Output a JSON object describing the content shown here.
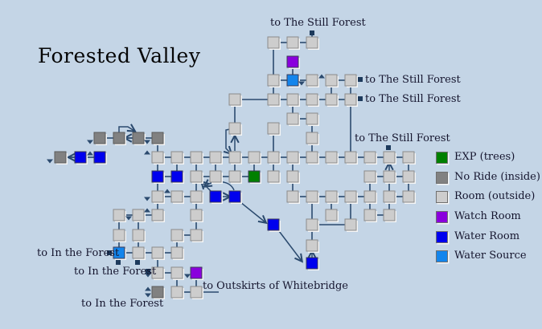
{
  "title": "Forested Valley",
  "exits": {
    "still_top": "to The Still Forest",
    "still_right1": "to The Still Forest",
    "still_right2": "to The Still Forest",
    "still_right3": "to The Still Forest",
    "in_forest1": "to In the Forest",
    "in_forest2": "to In the Forest",
    "in_forest3": "to In the Forest",
    "whitebridge": "to Outskirts of Whitebridge"
  },
  "legend": {
    "items": [
      {
        "key": "e",
        "label": "EXP (trees)",
        "color": "#008000"
      },
      {
        "key": "n",
        "label": "No Ride (inside)",
        "color": "#818181"
      },
      {
        "key": "o",
        "label": "Room (outside)",
        "color": "#cdcdcd"
      },
      {
        "key": "p",
        "label": "Watch Room",
        "color": "#8a00dd"
      },
      {
        "key": "w",
        "label": "Water Room",
        "color": "#0000ee"
      },
      {
        "key": "s",
        "label": "Water Source",
        "color": "#1385ec"
      }
    ]
  },
  "map": {
    "background": "#c4d5e6",
    "line_color": "#2b4a6e",
    "marker_color": "#1d3a5c",
    "room_size": 14,
    "room_colors": {
      "o": "#cdcdcd",
      "n": "#818181",
      "w": "#0000ee",
      "s": "#1385ec",
      "p": "#8a00dd",
      "e": "#008000"
    },
    "room_strokes": {
      "o": "#8b8b8b",
      "n": "#5a5a5a",
      "w": "#3c3c55",
      "s": "#3c3c55",
      "p": "#3c3c55",
      "e": "#3c3c55"
    },
    "rooms": [
      [
        340,
        53,
        "o"
      ],
      [
        364,
        53,
        "o"
      ],
      [
        388,
        53,
        "o"
      ],
      [
        364,
        77,
        "p"
      ],
      [
        340,
        100,
        "o"
      ],
      [
        364,
        100,
        "s"
      ],
      [
        388,
        100,
        "o"
      ],
      [
        412,
        100,
        "o"
      ],
      [
        436,
        100,
        "o"
      ],
      [
        292,
        124,
        "o"
      ],
      [
        340,
        124,
        "o"
      ],
      [
        364,
        124,
        "o"
      ],
      [
        388,
        124,
        "o"
      ],
      [
        412,
        124,
        "o"
      ],
      [
        436,
        124,
        "o"
      ],
      [
        364,
        148,
        "o"
      ],
      [
        388,
        148,
        "o"
      ],
      [
        292,
        160,
        "o"
      ],
      [
        340,
        160,
        "o"
      ],
      [
        388,
        172,
        "o"
      ],
      [
        124,
        172,
        "n"
      ],
      [
        148,
        172,
        "n"
      ],
      [
        172,
        172,
        "n"
      ],
      [
        196,
        172,
        "n"
      ],
      [
        75,
        196,
        "n"
      ],
      [
        100,
        196,
        "w"
      ],
      [
        124,
        196,
        "w"
      ],
      [
        196,
        196,
        "o"
      ],
      [
        220,
        196,
        "o"
      ],
      [
        244,
        196,
        "o"
      ],
      [
        268,
        196,
        "o"
      ],
      [
        292,
        196,
        "o"
      ],
      [
        316,
        196,
        "o"
      ],
      [
        340,
        196,
        "o"
      ],
      [
        364,
        196,
        "o"
      ],
      [
        388,
        196,
        "o"
      ],
      [
        412,
        196,
        "o"
      ],
      [
        436,
        196,
        "o"
      ],
      [
        460,
        196,
        "o"
      ],
      [
        484,
        196,
        "o"
      ],
      [
        508,
        196,
        "o"
      ],
      [
        196,
        220,
        "w"
      ],
      [
        220,
        220,
        "w"
      ],
      [
        244,
        220,
        "o"
      ],
      [
        268,
        220,
        "o"
      ],
      [
        292,
        220,
        "o"
      ],
      [
        316,
        220,
        "e"
      ],
      [
        340,
        220,
        "o"
      ],
      [
        364,
        220,
        "o"
      ],
      [
        460,
        220,
        "o"
      ],
      [
        484,
        220,
        "o"
      ],
      [
        508,
        220,
        "o"
      ],
      [
        196,
        245,
        "o"
      ],
      [
        220,
        245,
        "o"
      ],
      [
        244,
        245,
        "o"
      ],
      [
        268,
        245,
        "w"
      ],
      [
        292,
        245,
        "w"
      ],
      [
        364,
        245,
        "o"
      ],
      [
        388,
        245,
        "o"
      ],
      [
        412,
        245,
        "o"
      ],
      [
        436,
        245,
        "o"
      ],
      [
        460,
        245,
        "o"
      ],
      [
        484,
        245,
        "o"
      ],
      [
        508,
        245,
        "o"
      ],
      [
        148,
        268,
        "o"
      ],
      [
        172,
        268,
        "o"
      ],
      [
        196,
        268,
        "o"
      ],
      [
        244,
        268,
        "o"
      ],
      [
        412,
        268,
        "o"
      ],
      [
        460,
        268,
        "o"
      ],
      [
        484,
        268,
        "o"
      ],
      [
        340,
        280,
        "w"
      ],
      [
        388,
        280,
        "o"
      ],
      [
        436,
        280,
        "o"
      ],
      [
        148,
        293,
        "o"
      ],
      [
        172,
        293,
        "o"
      ],
      [
        220,
        293,
        "o"
      ],
      [
        244,
        293,
        "o"
      ],
      [
        388,
        306,
        "o"
      ],
      [
        148,
        315,
        "s"
      ],
      [
        172,
        315,
        "o"
      ],
      [
        196,
        315,
        "o"
      ],
      [
        220,
        315,
        "o"
      ],
      [
        388,
        328,
        "w"
      ],
      [
        196,
        340,
        "o"
      ],
      [
        220,
        340,
        "o"
      ],
      [
        244,
        340,
        "p"
      ],
      [
        196,
        364,
        "n"
      ],
      [
        220,
        364,
        "o"
      ],
      [
        244,
        364,
        "o"
      ]
    ],
    "lines": [
      [
        347,
        53,
        357,
        53
      ],
      [
        371,
        53,
        381,
        53
      ],
      [
        347,
        100,
        357,
        100
      ],
      [
        371,
        100,
        381,
        100
      ],
      [
        419,
        100,
        429,
        100
      ],
      [
        299,
        124,
        333,
        124
      ],
      [
        347,
        124,
        357,
        124
      ],
      [
        371,
        124,
        381,
        124
      ],
      [
        395,
        124,
        405,
        124
      ],
      [
        419,
        124,
        429,
        124
      ],
      [
        371,
        148,
        381,
        148
      ],
      [
        131,
        172,
        141,
        172
      ],
      [
        155,
        172,
        165,
        172
      ],
      [
        179,
        172,
        189,
        172
      ],
      [
        82,
        196,
        93,
        196
      ],
      [
        107,
        196,
        117,
        196
      ],
      [
        203,
        196,
        213,
        196
      ],
      [
        227,
        196,
        237,
        196
      ],
      [
        251,
        196,
        261,
        196
      ],
      [
        275,
        196,
        285,
        196
      ],
      [
        299,
        196,
        309,
        196
      ],
      [
        323,
        196,
        333,
        196
      ],
      [
        347,
        196,
        357,
        196
      ],
      [
        371,
        196,
        381,
        196
      ],
      [
        395,
        196,
        405,
        196
      ],
      [
        419,
        196,
        429,
        196
      ],
      [
        443,
        196,
        453,
        196
      ],
      [
        467,
        196,
        477,
        196
      ],
      [
        491,
        196,
        501,
        196
      ],
      [
        203,
        220,
        213,
        220
      ],
      [
        251,
        220,
        261,
        220
      ],
      [
        275,
        220,
        285,
        220
      ],
      [
        299,
        220,
        309,
        220
      ],
      [
        467,
        220,
        477,
        220
      ],
      [
        491,
        220,
        501,
        220
      ],
      [
        203,
        245,
        213,
        245
      ],
      [
        227,
        245,
        237,
        245
      ],
      [
        371,
        245,
        381,
        245
      ],
      [
        395,
        245,
        405,
        245
      ],
      [
        419,
        245,
        429,
        245
      ],
      [
        443,
        245,
        453,
        245
      ],
      [
        491,
        245,
        501,
        245
      ],
      [
        155,
        268,
        165,
        268
      ],
      [
        179,
        268,
        189,
        268
      ],
      [
        467,
        268,
        477,
        268
      ],
      [
        395,
        280,
        429,
        280
      ],
      [
        227,
        293,
        237,
        293
      ],
      [
        155,
        315,
        165,
        315
      ],
      [
        179,
        315,
        189,
        315
      ],
      [
        203,
        315,
        213,
        315
      ],
      [
        203,
        340,
        213,
        340
      ],
      [
        227,
        364,
        237,
        364
      ],
      [
        251,
        364,
        272,
        364
      ],
      [
        340,
        60,
        340,
        93
      ],
      [
        364,
        84,
        364,
        93
      ],
      [
        388,
        44,
        388,
        46
      ],
      [
        340,
        107,
        340,
        117
      ],
      [
        412,
        107,
        412,
        117
      ],
      [
        436,
        107,
        436,
        117
      ],
      [
        292,
        131,
        292,
        153
      ],
      [
        364,
        131,
        364,
        141
      ],
      [
        436,
        131,
        436,
        189
      ],
      [
        388,
        155,
        388,
        165
      ],
      [
        388,
        179,
        388,
        189
      ],
      [
        340,
        167,
        340,
        189
      ],
      [
        196,
        179,
        196,
        189
      ],
      [
        196,
        203,
        196,
        213
      ],
      [
        220,
        203,
        220,
        213
      ],
      [
        244,
        203,
        244,
        213
      ],
      [
        268,
        203,
        268,
        213
      ],
      [
        292,
        203,
        292,
        213
      ],
      [
        316,
        203,
        316,
        213
      ],
      [
        340,
        203,
        340,
        213
      ],
      [
        364,
        203,
        364,
        213
      ],
      [
        508,
        203,
        508,
        213
      ],
      [
        196,
        227,
        196,
        238
      ],
      [
        244,
        227,
        244,
        238
      ],
      [
        364,
        227,
        364,
        238
      ],
      [
        460,
        227,
        460,
        238
      ],
      [
        484,
        227,
        484,
        238
      ],
      [
        508,
        227,
        508,
        238
      ],
      [
        196,
        252,
        196,
        261
      ],
      [
        244,
        252,
        244,
        261
      ],
      [
        388,
        252,
        388,
        273
      ],
      [
        412,
        251,
        412,
        261
      ],
      [
        436,
        251,
        436,
        273
      ],
      [
        460,
        251,
        460,
        261
      ],
      [
        484,
        251,
        484,
        261
      ],
      [
        148,
        275,
        148,
        286
      ],
      [
        172,
        275,
        172,
        286
      ],
      [
        244,
        275,
        244,
        286
      ],
      [
        148,
        300,
        148,
        308
      ],
      [
        172,
        300,
        172,
        308
      ],
      [
        220,
        300,
        220,
        308
      ],
      [
        388,
        287,
        388,
        299
      ],
      [
        196,
        322,
        196,
        333
      ],
      [
        147,
        322,
        147,
        324
      ],
      [
        171,
        322,
        171,
        324
      ],
      [
        220,
        347,
        220,
        357
      ],
      [
        244,
        347,
        244,
        357
      ]
    ],
    "arrows": [
      "M292,188 L292,170",
      "M286,161 L281,162 L281,185 L287,191",
      "M148,165 L148,158 L159,158 L167,163",
      "M165,172 L156,172",
      "M96,196 L86,196",
      "M276,245 L285,245",
      "M262,238 L251,227",
      "M291,237 C286,225 268,223 255,232",
      "M299,252 L330,277",
      "M347,288 L375,325",
      "M388,322 L388,314",
      "M484,215 L484,204"
    ],
    "triangles": [
      [
        112,
        177,
        "d"
      ],
      [
        183,
        177,
        "d"
      ],
      [
        62,
        201,
        "d"
      ],
      [
        112,
        191,
        "u"
      ],
      [
        183,
        190,
        "u"
      ],
      [
        208,
        238,
        "u"
      ],
      [
        183,
        248,
        "d"
      ],
      [
        183,
        262,
        "u"
      ],
      [
        160,
        272,
        "d"
      ],
      [
        375,
        104,
        "d"
      ],
      [
        400,
        95,
        "u"
      ],
      [
        233,
        344,
        "d"
      ],
      [
        184,
        343,
        "d"
      ],
      [
        184,
        360,
        "u"
      ],
      [
        184,
        368,
        "d"
      ]
    ],
    "markers": [
      [
        388,
        41
      ],
      [
        448,
        99
      ],
      [
        448,
        123
      ],
      [
        483,
        184
      ],
      [
        136,
        315
      ],
      [
        147,
        327
      ],
      [
        171,
        327
      ],
      [
        184,
        338
      ]
    ]
  }
}
